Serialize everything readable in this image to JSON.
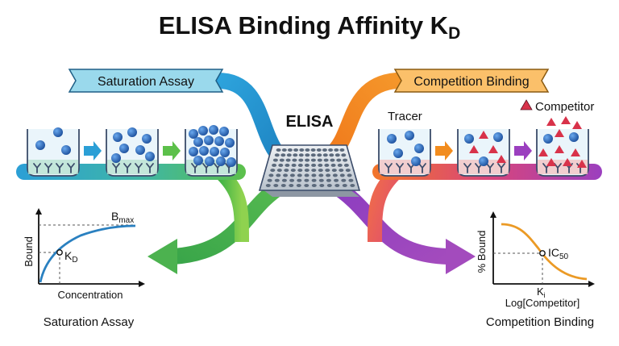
{
  "title": {
    "main": "ELISA Binding Affinity K",
    "sub": "D"
  },
  "center": {
    "label": "ELISA"
  },
  "left_panel": {
    "banner": "Saturation Assay",
    "caption": "Saturation Assay",
    "plot": {
      "ylabel": "Bound",
      "xlabel": "Concentration",
      "bmax_main": "B",
      "bmax_sub": "max",
      "kd_main": "K",
      "kd_sub": "D"
    }
  },
  "right_panel": {
    "banner": "Competition Binding",
    "caption": "Competition Binding",
    "tracer_label": "Tracer",
    "competitor_label": "Competitor",
    "plot": {
      "ylabel": "% Bound",
      "xlabel": "Log[Competitor]",
      "ic50_main": "IC",
      "ic50_sub": "50",
      "ki_main": "K",
      "ki_sub": "i"
    }
  },
  "colors": {
    "blue": "#2b9fd6",
    "green": "#5cc04a",
    "orange": "#f28c1e",
    "purple": "#9b3fbf",
    "banner_left": "#9ad9ec",
    "banner_right": "#fbc06a",
    "sphere": "#2f6fc4",
    "triangle": "#d8324a",
    "curve_left": "#2a80c0",
    "curve_right": "#eb9a25"
  }
}
